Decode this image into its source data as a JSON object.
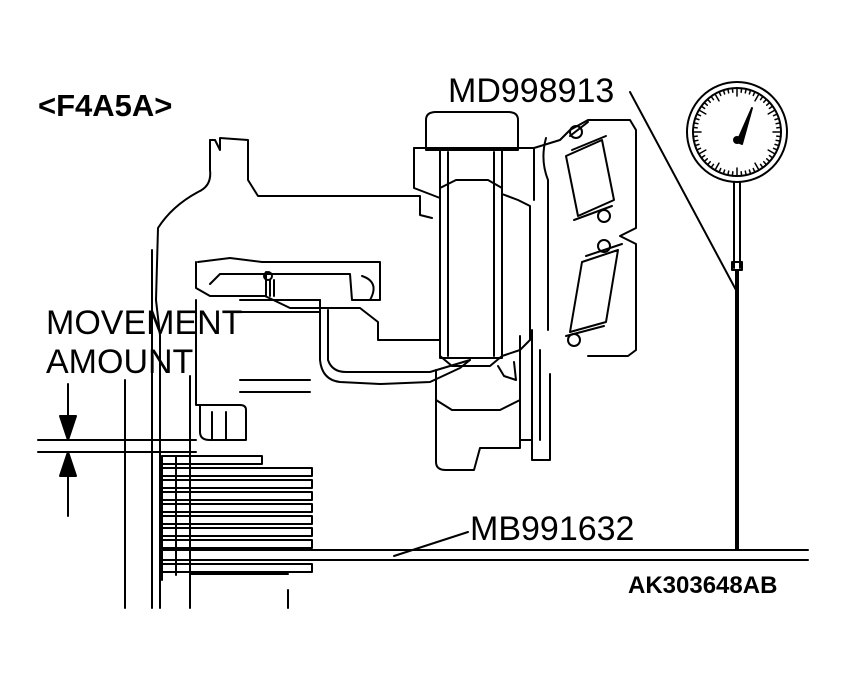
{
  "labels": {
    "model": "<F4A5A>",
    "tool_top": "MD998913",
    "movement_line1": "MOVEMENT",
    "movement_line2": "AMOUNT",
    "tool_bottom": "MB991632",
    "figure_code": "AK303648AB"
  },
  "icons": {
    "dial_gauge": "dial-gauge-icon",
    "arrow_down": "arrow-down-icon",
    "arrow_up": "arrow-up-icon"
  }
}
